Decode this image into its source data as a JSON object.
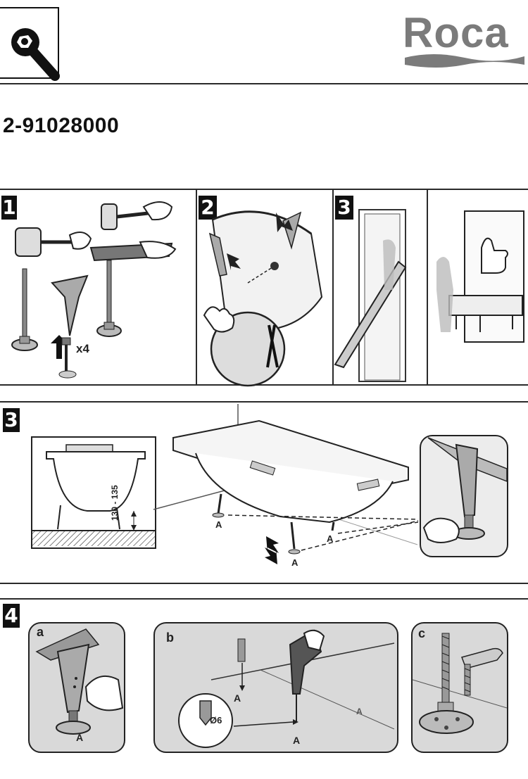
{
  "header": {
    "brand": "Roca",
    "product_code": "2-91028000",
    "tool_icon": "wrench-nut-icon"
  },
  "steps": {
    "s1": {
      "number": "1",
      "quantity": "x4"
    },
    "s2": {
      "number": "2"
    },
    "s3a": {
      "number": "3"
    },
    "s3b": {
      "number": "3",
      "height_range": "130 - 135",
      "point_label": "A"
    },
    "s4": {
      "number": "4",
      "panel_a": {
        "letter": "a",
        "point_label": "A"
      },
      "panel_b": {
        "letter": "b",
        "point_label": "A",
        "diameter": "Ø6"
      },
      "panel_c": {
        "letter": "c"
      }
    }
  }
}
